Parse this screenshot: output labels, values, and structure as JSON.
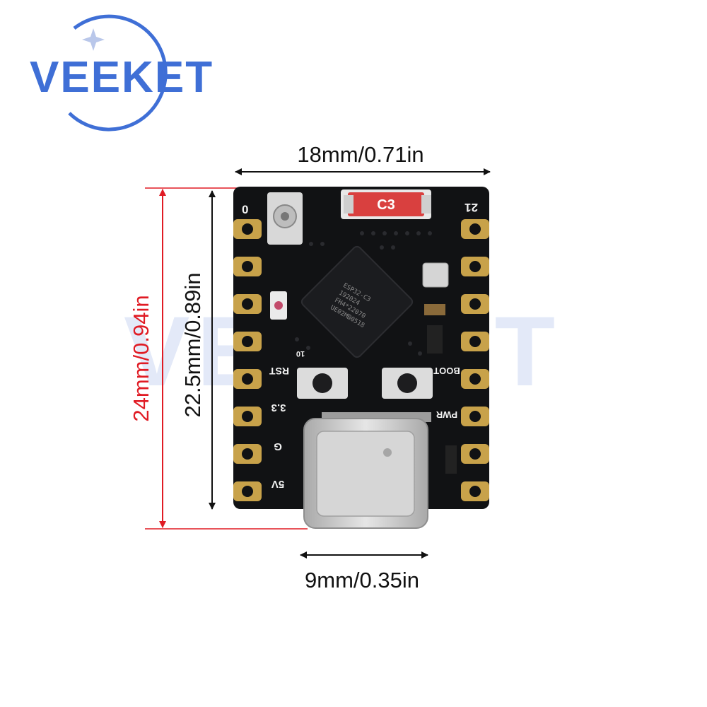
{
  "brand": {
    "logo_text": "VEEKET",
    "watermark_text": "VEEKET",
    "color": "#3f6fd6"
  },
  "dimensions": {
    "width_label": "18mm/0.71in",
    "height_outer_label": "24mm/0.94in",
    "height_inner_label": "22.5mm/0.89in",
    "usb_width_label": "9mm/0.35in"
  },
  "board": {
    "left_pin_label": "0",
    "right_pin_label": "21",
    "cap_label": "C3",
    "chip_lines": [
      "ESP32-C3",
      "192024",
      "FH4*22070",
      "UE02MB0518"
    ],
    "left_silk": [
      "RST",
      "3.3",
      "G",
      "5V"
    ],
    "right_silk": [
      "BOOT",
      "PWR"
    ],
    "small_label": "10",
    "colors": {
      "pcb": "#111214",
      "gold": "#c8a24a",
      "chip": "#1b1c1f",
      "usb": "#c9c9c9",
      "cap_red": "#d9403f",
      "dim_red": "#e01b24"
    }
  }
}
